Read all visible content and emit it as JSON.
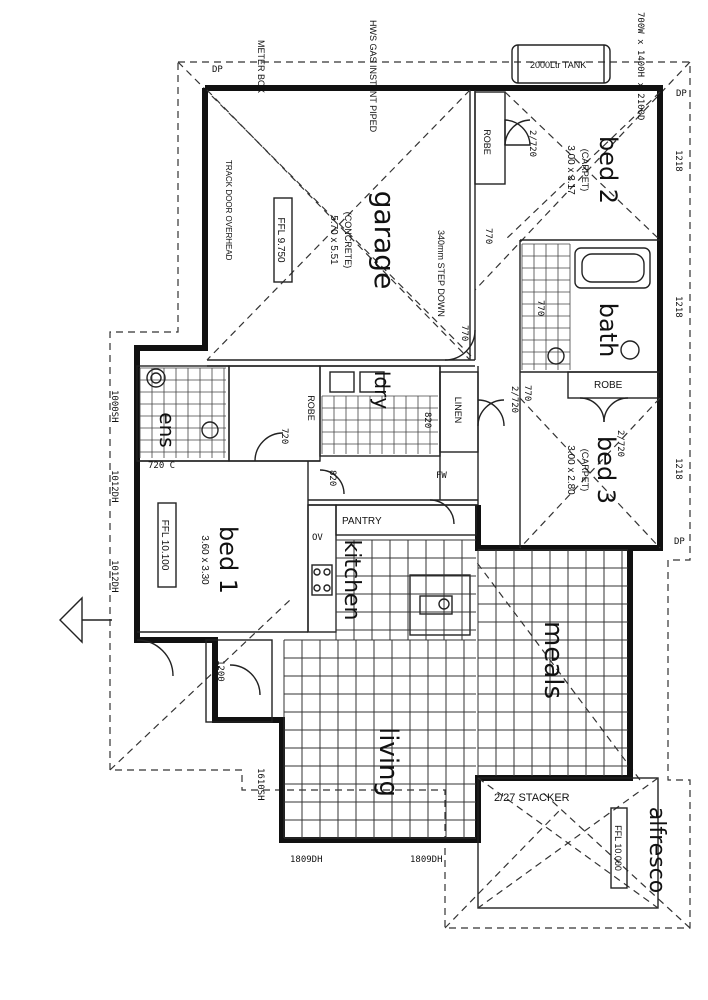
{
  "rooms": {
    "garage": {
      "name": "garage",
      "detail": "(CONCRETE)",
      "size": "5.70 x 5.51",
      "ffl": "FFL 9.750"
    },
    "bed2": {
      "name": "bed 2",
      "detail": "(CARPET)",
      "size": "3.00 x 3.17"
    },
    "bed3": {
      "name": "bed 3",
      "detail": "(CARPET)",
      "size": "3.00 x 2.80"
    },
    "bed1": {
      "name": "bed 1",
      "size": "3.60 x 3.30",
      "ffl": "FFL 10.100"
    },
    "bath": {
      "name": "bath"
    },
    "ens": {
      "name": "ens"
    },
    "ldry": {
      "name": "ldry"
    },
    "kitchen": {
      "name": "kitchen",
      "pantry": "PANTRY"
    },
    "meals": {
      "name": "meals"
    },
    "living": {
      "name": "living"
    },
    "alfresco": {
      "name": "alfresco",
      "ffl": "FFL 10.000"
    }
  },
  "labels": {
    "robe_garage": "ROBE",
    "robe_bed3": "ROBE",
    "robe_bed1": "ROBE",
    "linen": "LINEN",
    "tank": "2000Ltr TANK",
    "tank_dims": "700W x 1400H x 2100D",
    "meter_box": "METER BOX",
    "hws": "HWS GAS INSTANT PIPED",
    "track_door": "TRACK DOOR OVERHEAD",
    "step_down": "340mm STEP DOWN",
    "stacker": "2/27 STACKER",
    "d_2720_a": "2/720",
    "d_2720_b": "2/720",
    "d_2720_c": "2/720",
    "d_770_a": "770",
    "d_770_b": "770",
    "d_770_c": "770",
    "d_770_d": "770",
    "d_820_a": "820",
    "d_820_b": "820",
    "d_720_a": "720",
    "d_720_b": "720 C",
    "w_1218_a": "1218",
    "w_1218_b": "1218",
    "w_1218_c": "1218",
    "w_1000": "1000SH",
    "w_1012_a": "1012DH",
    "w_1012_b": "1012DH",
    "w_1200": "1200",
    "w_1610": "1610SH",
    "w_1809_a": "1809DH",
    "w_1809_b": "1809DH",
    "dp": "DP",
    "fw": "FW",
    "ov": "OV"
  }
}
